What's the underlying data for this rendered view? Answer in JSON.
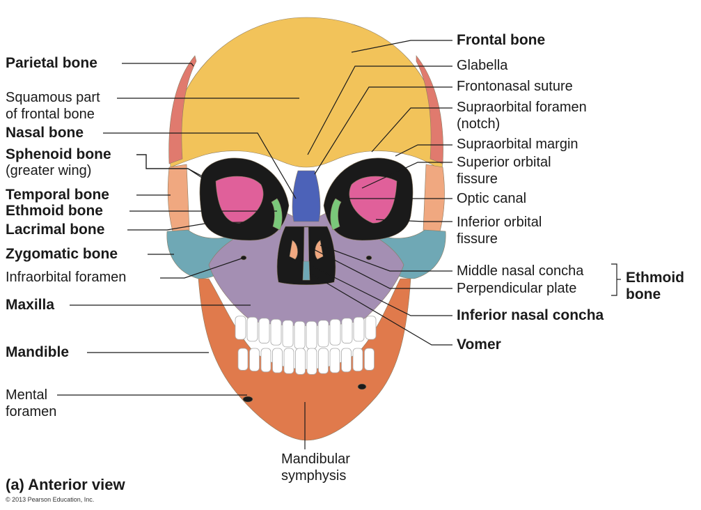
{
  "colors": {
    "frontal": "#f2c35a",
    "parietal": "#e07a6e",
    "sphenoid": "#e0609a",
    "temporal": "#f0a880",
    "zygomatic": "#6fa8b5",
    "maxilla": "#a48fb3",
    "nasal": "#4c62b8",
    "mandible": "#e07a4c",
    "teeth": "#ffffff",
    "ethmoid": "#7ac87a",
    "orbit_dark": "#1a1a1a",
    "leader": "#1a1a1a"
  },
  "left_labels": {
    "parietal": "Parietal bone",
    "squamous_1": "Squamous part",
    "squamous_2": "of frontal bone",
    "nasal": "Nasal bone",
    "sphenoid_1": "Sphenoid bone",
    "sphenoid_2": "(greater wing)",
    "temporal": "Temporal bone",
    "ethmoid": "Ethmoid bone",
    "lacrimal": "Lacrimal bone",
    "zygomatic": "Zygomatic bone",
    "infraorbital": "Infraorbital foramen",
    "maxilla": "Maxilla",
    "mandible": "Mandible",
    "mental_1": "Mental",
    "mental_2": "foramen"
  },
  "right_labels": {
    "frontal": "Frontal bone",
    "glabella": "Glabella",
    "frontonasal": "Frontonasal suture",
    "supraorbital_foramen_1": "Supraorbital foramen",
    "supraorbital_foramen_2": "(notch)",
    "supraorbital_margin": "Supraorbital margin",
    "superior_orbital_1": "Superior orbital",
    "superior_orbital_2": "fissure",
    "optic_canal": "Optic canal",
    "inferior_orbital_1": "Inferior orbital",
    "inferior_orbital_2": "fissure",
    "middle_concha": "Middle nasal concha",
    "perpendicular_plate": "Perpendicular plate",
    "ethmoid_group_1": "Ethmoid",
    "ethmoid_group_2": "bone",
    "inferior_concha": "Inferior nasal concha",
    "vomer": "Vomer"
  },
  "bottom_labels": {
    "symphysis_1": "Mandibular",
    "symphysis_2": "symphysis"
  },
  "caption": "(a) Anterior view",
  "copyright": "© 2013 Pearson Education, Inc."
}
